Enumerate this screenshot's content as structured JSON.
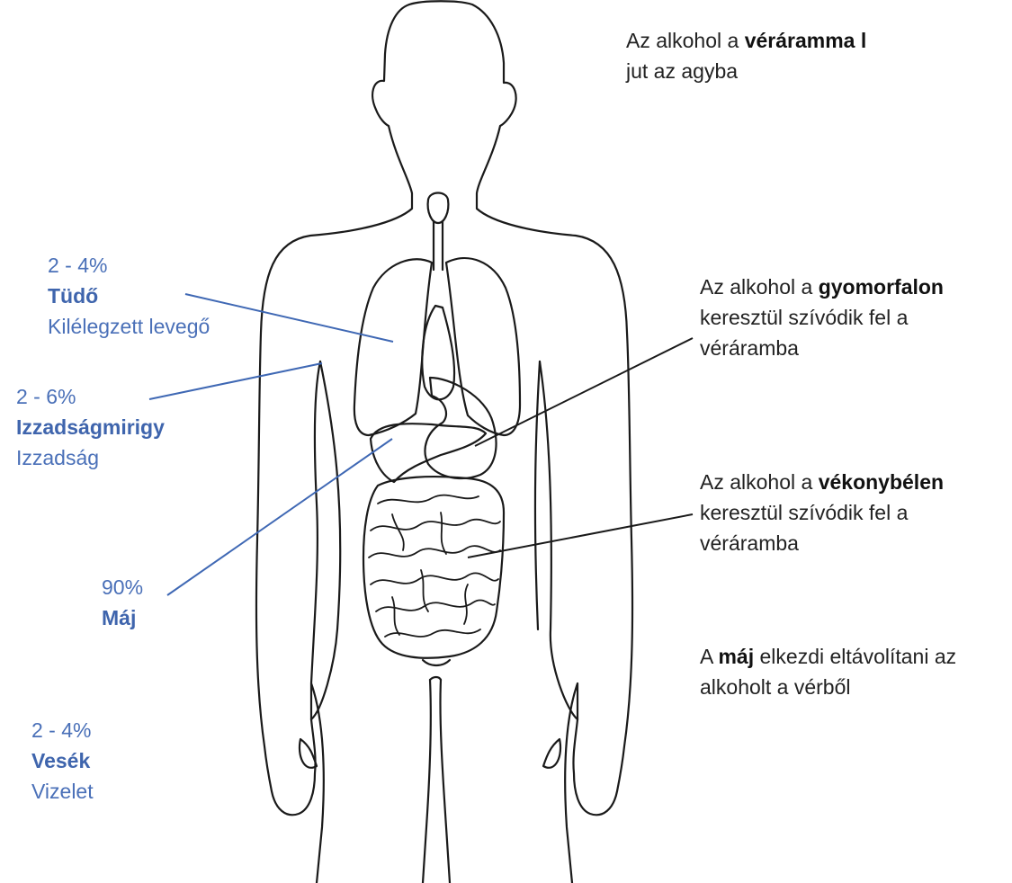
{
  "colors": {
    "outline": "#1a1a1a",
    "blue_text": "#4a70b8",
    "blue_line": "#3f68b4",
    "dark_text": "#222222"
  },
  "left_labels": {
    "lungs": {
      "percent": "2 - 4%",
      "organ": "Tüdő",
      "output": "Kilélegzett levegő"
    },
    "sweat": {
      "percent": "2 - 6%",
      "organ": "Izzadságmirigy",
      "output": "Izzadság"
    },
    "liver": {
      "percent": "90%",
      "organ": "Máj"
    },
    "kidneys": {
      "percent": "2 - 4%",
      "organ": "Vesék",
      "output": "Vizelet"
    }
  },
  "right_notes": {
    "blood": {
      "pre": "Az alkohol a ",
      "bold": "véráramma l",
      "line2": "jut az agyba"
    },
    "stomach": {
      "pre": "Az alkohol a ",
      "bold": "gyomorfalon",
      "line2": "keresztül szívódik fel a",
      "line3": "véráramba"
    },
    "intestine": {
      "pre": "Az alkohol a ",
      "bold": "vékonybélen",
      "line2": "keresztül szívódik fel a",
      "line3": "véráramba"
    },
    "liver": {
      "pre": "A ",
      "bold": "máj",
      "post": " elkezdi eltávolítani az",
      "line2": "alkoholt a vérből"
    }
  }
}
